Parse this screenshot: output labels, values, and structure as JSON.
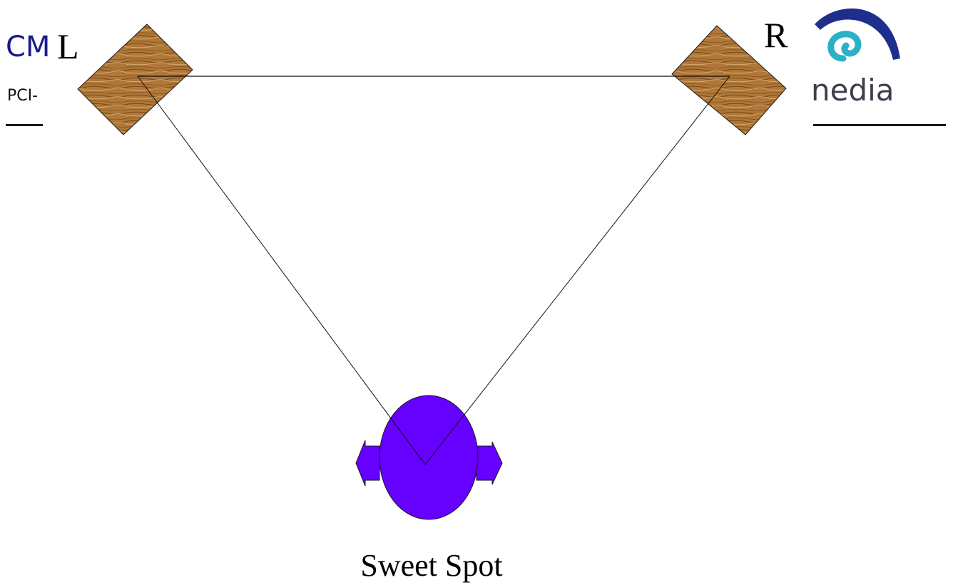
{
  "header": {
    "title": "CM",
    "subtitle": "PCI-",
    "logo_text": "nedia"
  },
  "diagram": {
    "left_speaker_label": "L",
    "right_speaker_label": "R",
    "listener_label": "Sweet Spot"
  },
  "colors": {
    "title": "#1a1a8c",
    "speaker_wood": "#b07838",
    "listener": "#6600ff",
    "logo_blue": "#1e2e8c",
    "logo_teal": "#2bb0c8"
  }
}
